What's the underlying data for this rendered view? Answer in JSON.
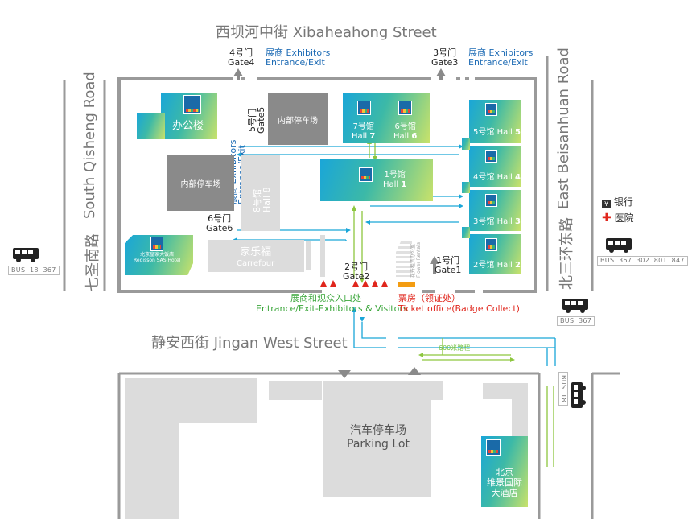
{
  "streets": {
    "north": "西坝河中街  Xibaheahong Street",
    "south": "静安西街 Jingan West Street",
    "west_en": "South Qisheng Road",
    "west_cn": "七圣南路",
    "east_en": "East Beisanhuan Road",
    "east_cn": "北三环东路"
  },
  "gates": {
    "gate4": [
      "4号门",
      "Gate4"
    ],
    "gate3": [
      "3号门",
      "Gate3"
    ],
    "gate5": [
      "5号门",
      "Gate5"
    ],
    "gate6": [
      "6号门",
      "Gate6"
    ],
    "gate2": [
      "2号门",
      "Gate2"
    ],
    "gate1": [
      "1号门",
      "Gate1"
    ]
  },
  "labels": {
    "exhibitor_entrance_cn": "展商 Exhibitors",
    "exhibitor_entrance_en": "Entrance/Exit",
    "exhibitor_vertical_cn": "展商 Exhibitors",
    "exhibitor_vertical_en": "Entrance/Exit",
    "visitor_entrance_cn": "展商和观众入口处",
    "visitor_entrance_en": "Entrance/Exit-Exhibitors & Visitors",
    "ticket_office": "票房（领证处）",
    "ticket_office_en": "Ticket office(Badge Collect)",
    "walk_distance": "600米路程",
    "flower": "花卉租赁办公室",
    "flower_en": "Flower Rentals"
  },
  "buildings": {
    "office": "办公楼",
    "internal_parking": "内部停车场",
    "hall8_cn": "8号馆",
    "hall8_en": "Hall 8",
    "carrefour_cn": "家乐福",
    "carrefour_en": "Carrefour",
    "radisson": "北京皇家大饭店",
    "radisson_en": "Redisson SAS Hotel",
    "parking_cn": "汽车停车场",
    "parking_en": "Parking Lot",
    "hotel_cn": [
      "北京",
      "维景国际",
      "大酒店"
    ]
  },
  "halls": [
    {
      "cn": "7号馆",
      "en": "Hall",
      "num": "7"
    },
    {
      "cn": "6号馆",
      "en": "Hall",
      "num": "6"
    },
    {
      "cn": "1号馆",
      "en": "Hall",
      "num": "1"
    },
    {
      "cn": "5号馆",
      "en": "Hall",
      "num": "5"
    },
    {
      "cn": "4号馆",
      "en": "Hall",
      "num": "4"
    },
    {
      "cn": "3号馆",
      "en": "Hall",
      "num": "3"
    },
    {
      "cn": "2号馆",
      "en": "Hall",
      "num": "2"
    }
  ],
  "legend": {
    "bank": "银行",
    "hospital": "医院"
  },
  "buses": {
    "west": [
      "BUS",
      "18",
      "367"
    ],
    "east": [
      "BUS",
      "367",
      "302",
      "801",
      "847"
    ],
    "southeast": [
      "BUS",
      "367"
    ],
    "east_vertical": [
      "BUS",
      "18"
    ]
  },
  "colors": {
    "exhibitor_arrow": "#1aa6d8",
    "visitor_arrow": "#8dc63f",
    "red": "#e0261c",
    "ticket_orange": "#f39c12"
  }
}
